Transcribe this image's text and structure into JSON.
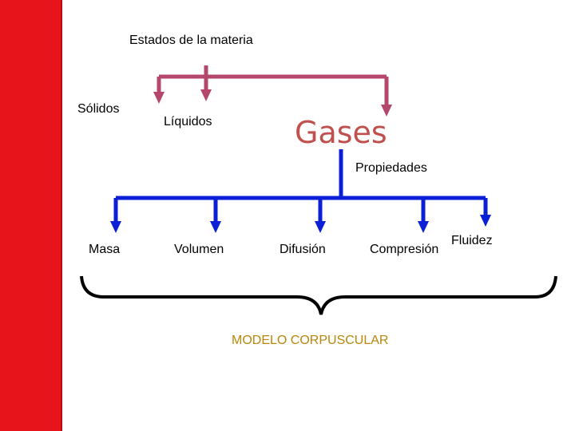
{
  "diagram": {
    "title": "Estados de la materia",
    "states": [
      "Sólidos",
      "Líquidos",
      "Gases"
    ],
    "properties_header": "Propiedades",
    "properties": [
      "Masa",
      "Volumen",
      "Difusión",
      "Compresión",
      "Fluidez"
    ],
    "model_label": "MODELO CORPUSCULAR"
  },
  "colors": {
    "sidebar": "#e8141c",
    "states_connector": "#b5476e",
    "properties_connector": "#0a1fd6",
    "gases_text": "#c0504d",
    "model_text": "#b8860b"
  }
}
